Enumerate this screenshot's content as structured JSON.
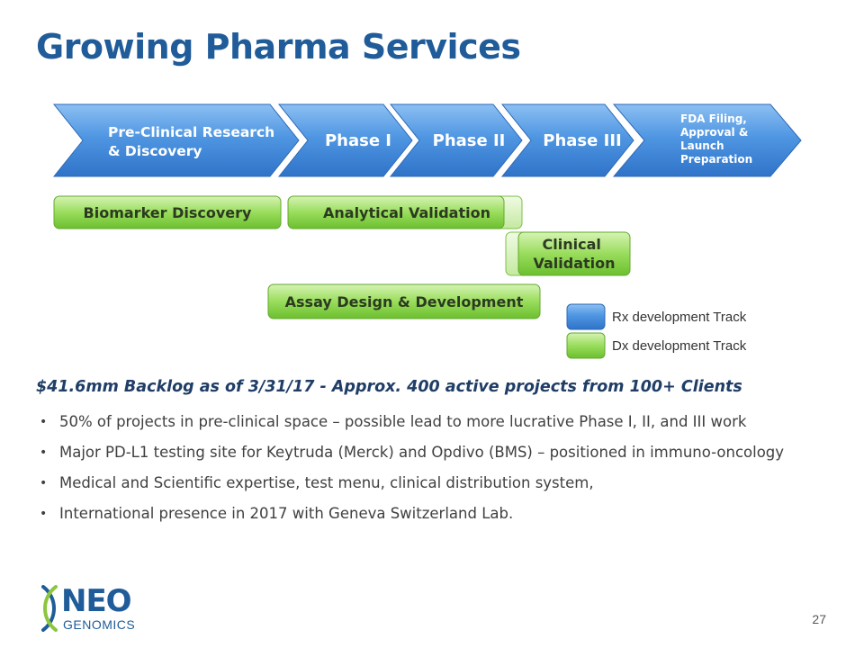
{
  "title": "Growing Pharma Services",
  "phases": [
    {
      "lines": [
        "Pre-Clinical Research",
        "& Discovery"
      ]
    },
    {
      "lines": [
        "Phase I"
      ]
    },
    {
      "lines": [
        "Phase II"
      ]
    },
    {
      "lines": [
        "Phase III"
      ]
    },
    {
      "lines": [
        "FDA Filing,",
        "Approval &",
        "Launch",
        "Preparation"
      ]
    }
  ],
  "dx_boxes": {
    "biomarker": "Biomarker Discovery",
    "analytical": "Analytical Validation",
    "clinical": [
      "Clinical",
      "Validation"
    ],
    "assay": "Assay Design & Development"
  },
  "legend": {
    "rx": {
      "label": "Rx development Track",
      "color": "#3d86d9"
    },
    "dx": {
      "label": "Dx development Track",
      "color": "#7ccc3c"
    }
  },
  "backlog": "$41.6mm Backlog as of 3/31/17 - Approx. 400 active projects from 100+ Clients",
  "bullets": [
    "50% of projects in pre-clinical space – possible lead to more lucrative Phase I, II, and III work",
    "Major PD-L1 testing site for Keytruda (Merck) and Opdivo (BMS) – positioned in immuno-oncology",
    "Medical and Scientific expertise, test menu, clinical distribution system,",
    "International presence in 2017 with Geneva Switzerland Lab."
  ],
  "logo": {
    "neo": "NEO",
    "genomics": "GENOMICS"
  },
  "page_number": "27"
}
